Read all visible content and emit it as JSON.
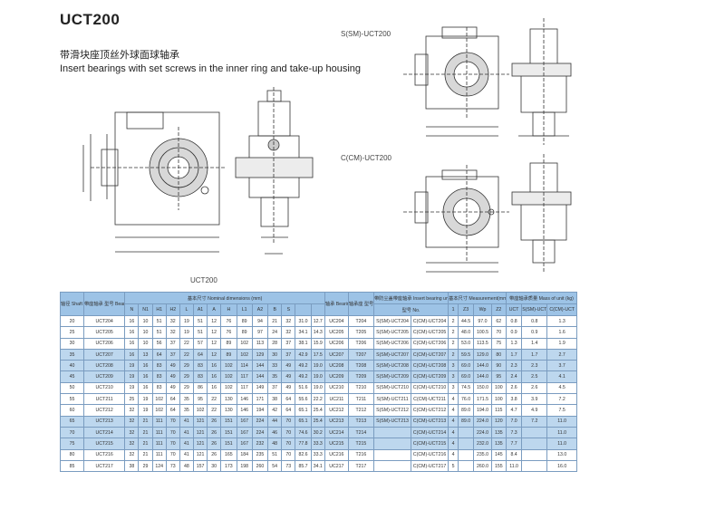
{
  "header": {
    "title": "UCT200",
    "subtitle_cn": "带滑块座顶丝外球面球轴承",
    "subtitle_en": "Insert bearings with set screws in the inner ring and take-up housing"
  },
  "drawings": {
    "main_caption": "UCT200",
    "sm_caption": "S(SM)-UCT200",
    "cm_caption": "C(CM)-UCT200"
  },
  "table": {
    "header_groups": {
      "shaft": "轴径 Shaft dia (mm)",
      "bearing_unit": "带座轴承 型号 Bearing unit No.",
      "nominal": "基本尺寸  Nominal  dimensions (mm)",
      "bearing_no": "轴承 Bearing No.",
      "housing_no": "轴承座 型号 Housing No.",
      "shield_unit": "带防尘盖带座轴承 Insert bearing unit with shields",
      "shield_no": "型号 No.",
      "measurement": "基本尺寸 Measurement(mm)",
      "mass": "带座轴承质量 Mass of unit (kg)"
    },
    "dim_cols": [
      "N",
      "N1",
      "H1",
      "H2",
      "L",
      "A1",
      "A",
      "H",
      "L1",
      "A2",
      "B",
      "S"
    ],
    "meas_cols": [
      "1",
      "Z3",
      "Wp",
      "Z2"
    ],
    "mass_cols": [
      "UCT",
      "S(SM)-UCT",
      "C(CM)-UCT"
    ],
    "rows": [
      {
        "d": "20",
        "unit": "UCT204",
        "dims": [
          "16",
          "10",
          "51",
          "32",
          "19",
          "51",
          "12",
          "76",
          "89",
          "94",
          "21",
          "32",
          "31.0",
          "12.7"
        ],
        "bearing": "UC204",
        "housing": "T204",
        "sm": "S(SM)-UCT204",
        "cm": "C(CM)-UCT204",
        "meas": [
          "2",
          "44.5",
          "97.0",
          "62"
        ],
        "mass": [
          "0.8",
          "0.8",
          "1.3"
        ]
      },
      {
        "d": "25",
        "unit": "UCT205",
        "dims": [
          "16",
          "10",
          "51",
          "32",
          "19",
          "51",
          "12",
          "76",
          "89",
          "97",
          "24",
          "32",
          "34.1",
          "14.3"
        ],
        "bearing": "UC205",
        "housing": "T205",
        "sm": "S(SM)-UCT205",
        "cm": "C(CM)-UCT205",
        "meas": [
          "2",
          "48.0",
          "100.5",
          "70"
        ],
        "mass": [
          "0.9",
          "0.9",
          "1.6"
        ]
      },
      {
        "d": "30",
        "unit": "UCT206",
        "dims": [
          "16",
          "10",
          "56",
          "37",
          "22",
          "57",
          "12",
          "89",
          "102",
          "113",
          "28",
          "37",
          "38.1",
          "15.9"
        ],
        "bearing": "UC206",
        "housing": "T206",
        "sm": "S(SM)-UCT206",
        "cm": "C(CM)-UCT206",
        "meas": [
          "2",
          "53.0",
          "113.5",
          "75"
        ],
        "mass": [
          "1.3",
          "1.4",
          "1.9"
        ]
      },
      {
        "d": "35",
        "unit": "UCT207",
        "dims": [
          "16",
          "13",
          "64",
          "37",
          "22",
          "64",
          "12",
          "89",
          "102",
          "129",
          "30",
          "37",
          "42.9",
          "17.5"
        ],
        "bearing": "UC207",
        "housing": "T207",
        "sm": "S(SM)-UCT207",
        "cm": "C(CM)-UCT207",
        "meas": [
          "2",
          "59.5",
          "129.0",
          "80"
        ],
        "mass": [
          "1.7",
          "1.7",
          "2.7"
        ]
      },
      {
        "d": "40",
        "unit": "UCT208",
        "dims": [
          "19",
          "16",
          "83",
          "49",
          "29",
          "83",
          "16",
          "102",
          "114",
          "144",
          "33",
          "49",
          "49.2",
          "19.0"
        ],
        "bearing": "UC208",
        "housing": "T208",
        "sm": "S(SM)-UCT208",
        "cm": "C(CM)-UCT208",
        "meas": [
          "3",
          "69.0",
          "144.0",
          "90"
        ],
        "mass": [
          "2.3",
          "2.3",
          "3.7"
        ]
      },
      {
        "d": "45",
        "unit": "UCT209",
        "dims": [
          "19",
          "16",
          "83",
          "49",
          "29",
          "83",
          "16",
          "102",
          "117",
          "144",
          "35",
          "49",
          "49.2",
          "19.0"
        ],
        "bearing": "UC209",
        "housing": "T209",
        "sm": "S(SM)-UCT209",
        "cm": "C(CM)-UCT209",
        "meas": [
          "3",
          "69.0",
          "144.0",
          "95"
        ],
        "mass": [
          "2.4",
          "2.5",
          "4.1"
        ]
      },
      {
        "d": "50",
        "unit": "UCT210",
        "dims": [
          "19",
          "16",
          "83",
          "49",
          "29",
          "86",
          "16",
          "102",
          "117",
          "149",
          "37",
          "49",
          "51.6",
          "19.0"
        ],
        "bearing": "UC210",
        "housing": "T210",
        "sm": "S(SM)-UCT210",
        "cm": "C(CM)-UCT210",
        "meas": [
          "3",
          "74.5",
          "150.0",
          "100"
        ],
        "mass": [
          "2.6",
          "2.6",
          "4.5"
        ]
      },
      {
        "d": "55",
        "unit": "UCT211",
        "dims": [
          "25",
          "19",
          "102",
          "64",
          "35",
          "95",
          "22",
          "130",
          "146",
          "171",
          "38",
          "64",
          "55.6",
          "22.2"
        ],
        "bearing": "UC211",
        "housing": "T211",
        "sm": "S(SM)-UCT211",
        "cm": "C(CM)-UCT211",
        "meas": [
          "4",
          "76.0",
          "171.5",
          "100"
        ],
        "mass": [
          "3.8",
          "3.9",
          "7.2"
        ]
      },
      {
        "d": "60",
        "unit": "UCT212",
        "dims": [
          "32",
          "19",
          "102",
          "64",
          "35",
          "102",
          "22",
          "130",
          "146",
          "194",
          "42",
          "64",
          "65.1",
          "25.4"
        ],
        "bearing": "UC212",
        "housing": "T212",
        "sm": "S(SM)-UCT212",
        "cm": "C(CM)-UCT212",
        "meas": [
          "4",
          "89.0",
          "194.0",
          "115"
        ],
        "mass": [
          "4.7",
          "4.9",
          "7.5"
        ]
      },
      {
        "d": "65",
        "unit": "UCT213",
        "dims": [
          "32",
          "21",
          "111",
          "70",
          "41",
          "121",
          "26",
          "151",
          "167",
          "224",
          "44",
          "70",
          "65.1",
          "25.4"
        ],
        "bearing": "UC213",
        "housing": "T213",
        "sm": "S(SM)-UCT213",
        "cm": "C(CM)-UCT213",
        "meas": [
          "4",
          "89.0",
          "224.0",
          "120"
        ],
        "mass": [
          "7.0",
          "7.2",
          "11.0"
        ]
      },
      {
        "d": "70",
        "unit": "UCT214",
        "dims": [
          "32",
          "21",
          "111",
          "70",
          "41",
          "121",
          "26",
          "151",
          "167",
          "224",
          "46",
          "70",
          "74.6",
          "30.2"
        ],
        "bearing": "UC214",
        "housing": "T214",
        "sm": "",
        "cm": "C(CM)-UCT214",
        "meas": [
          "4",
          "",
          "224.0",
          "135"
        ],
        "mass": [
          "7.3",
          "",
          "11.0"
        ]
      },
      {
        "d": "75",
        "unit": "UCT215",
        "dims": [
          "32",
          "21",
          "111",
          "70",
          "41",
          "121",
          "26",
          "151",
          "167",
          "232",
          "48",
          "70",
          "77.8",
          "33.3"
        ],
        "bearing": "UC215",
        "housing": "T215",
        "sm": "",
        "cm": "C(CM)-UCT215",
        "meas": [
          "4",
          "",
          "232.0",
          "135"
        ],
        "mass": [
          "7.7",
          "",
          "11.0"
        ]
      },
      {
        "d": "80",
        "unit": "UCT216",
        "dims": [
          "32",
          "21",
          "111",
          "70",
          "41",
          "121",
          "26",
          "165",
          "184",
          "235",
          "51",
          "70",
          "82.6",
          "33.3"
        ],
        "bearing": "UC216",
        "housing": "T216",
        "sm": "",
        "cm": "C(CM)-UCT216",
        "meas": [
          "4",
          "",
          "235.0",
          "145"
        ],
        "mass": [
          "8.4",
          "",
          "13.0"
        ]
      },
      {
        "d": "85",
        "unit": "UCT217",
        "dims": [
          "38",
          "29",
          "124",
          "73",
          "48",
          "157",
          "30",
          "173",
          "198",
          "260",
          "54",
          "73",
          "85.7",
          "34.1"
        ],
        "bearing": "UC217",
        "housing": "T217",
        "sm": "",
        "cm": "C(CM)-UCT217",
        "meas": [
          "5",
          "",
          "260.0",
          "155"
        ],
        "mass": [
          "11.0",
          "",
          "16.0"
        ]
      }
    ]
  }
}
